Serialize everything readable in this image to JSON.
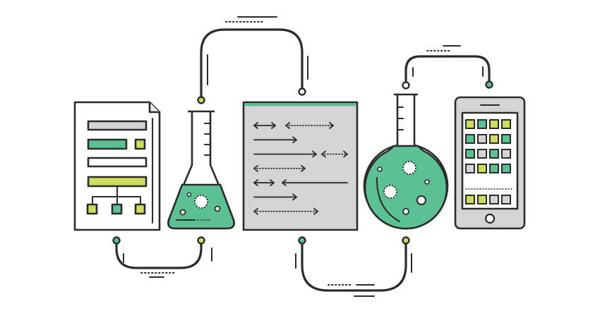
{
  "colors": {
    "outline": "#2b2b2b",
    "green": "#5cc192",
    "dark_green": "#3fb07f",
    "lime": "#cddc5a",
    "grey": "#d4d4d4",
    "light_grey": "#ececec",
    "paper": "#ffffff"
  },
  "icons": [
    "flowchart-document-icon",
    "erlenmeyer-flask-icon",
    "code-panel-icon",
    "round-bottom-flask-icon",
    "smartphone-icon",
    "connector-cable-icon"
  ],
  "phone_grid": [
    [
      "lime",
      "green",
      "lime",
      "lime"
    ],
    [
      "green",
      "grey",
      "lime",
      "green"
    ],
    [
      "green",
      "grey",
      "green",
      "grey"
    ],
    [
      "grey",
      "lime",
      "green",
      "green"
    ]
  ],
  "phone_dock": [
    "lime",
    "lime",
    "grey",
    "grey"
  ]
}
